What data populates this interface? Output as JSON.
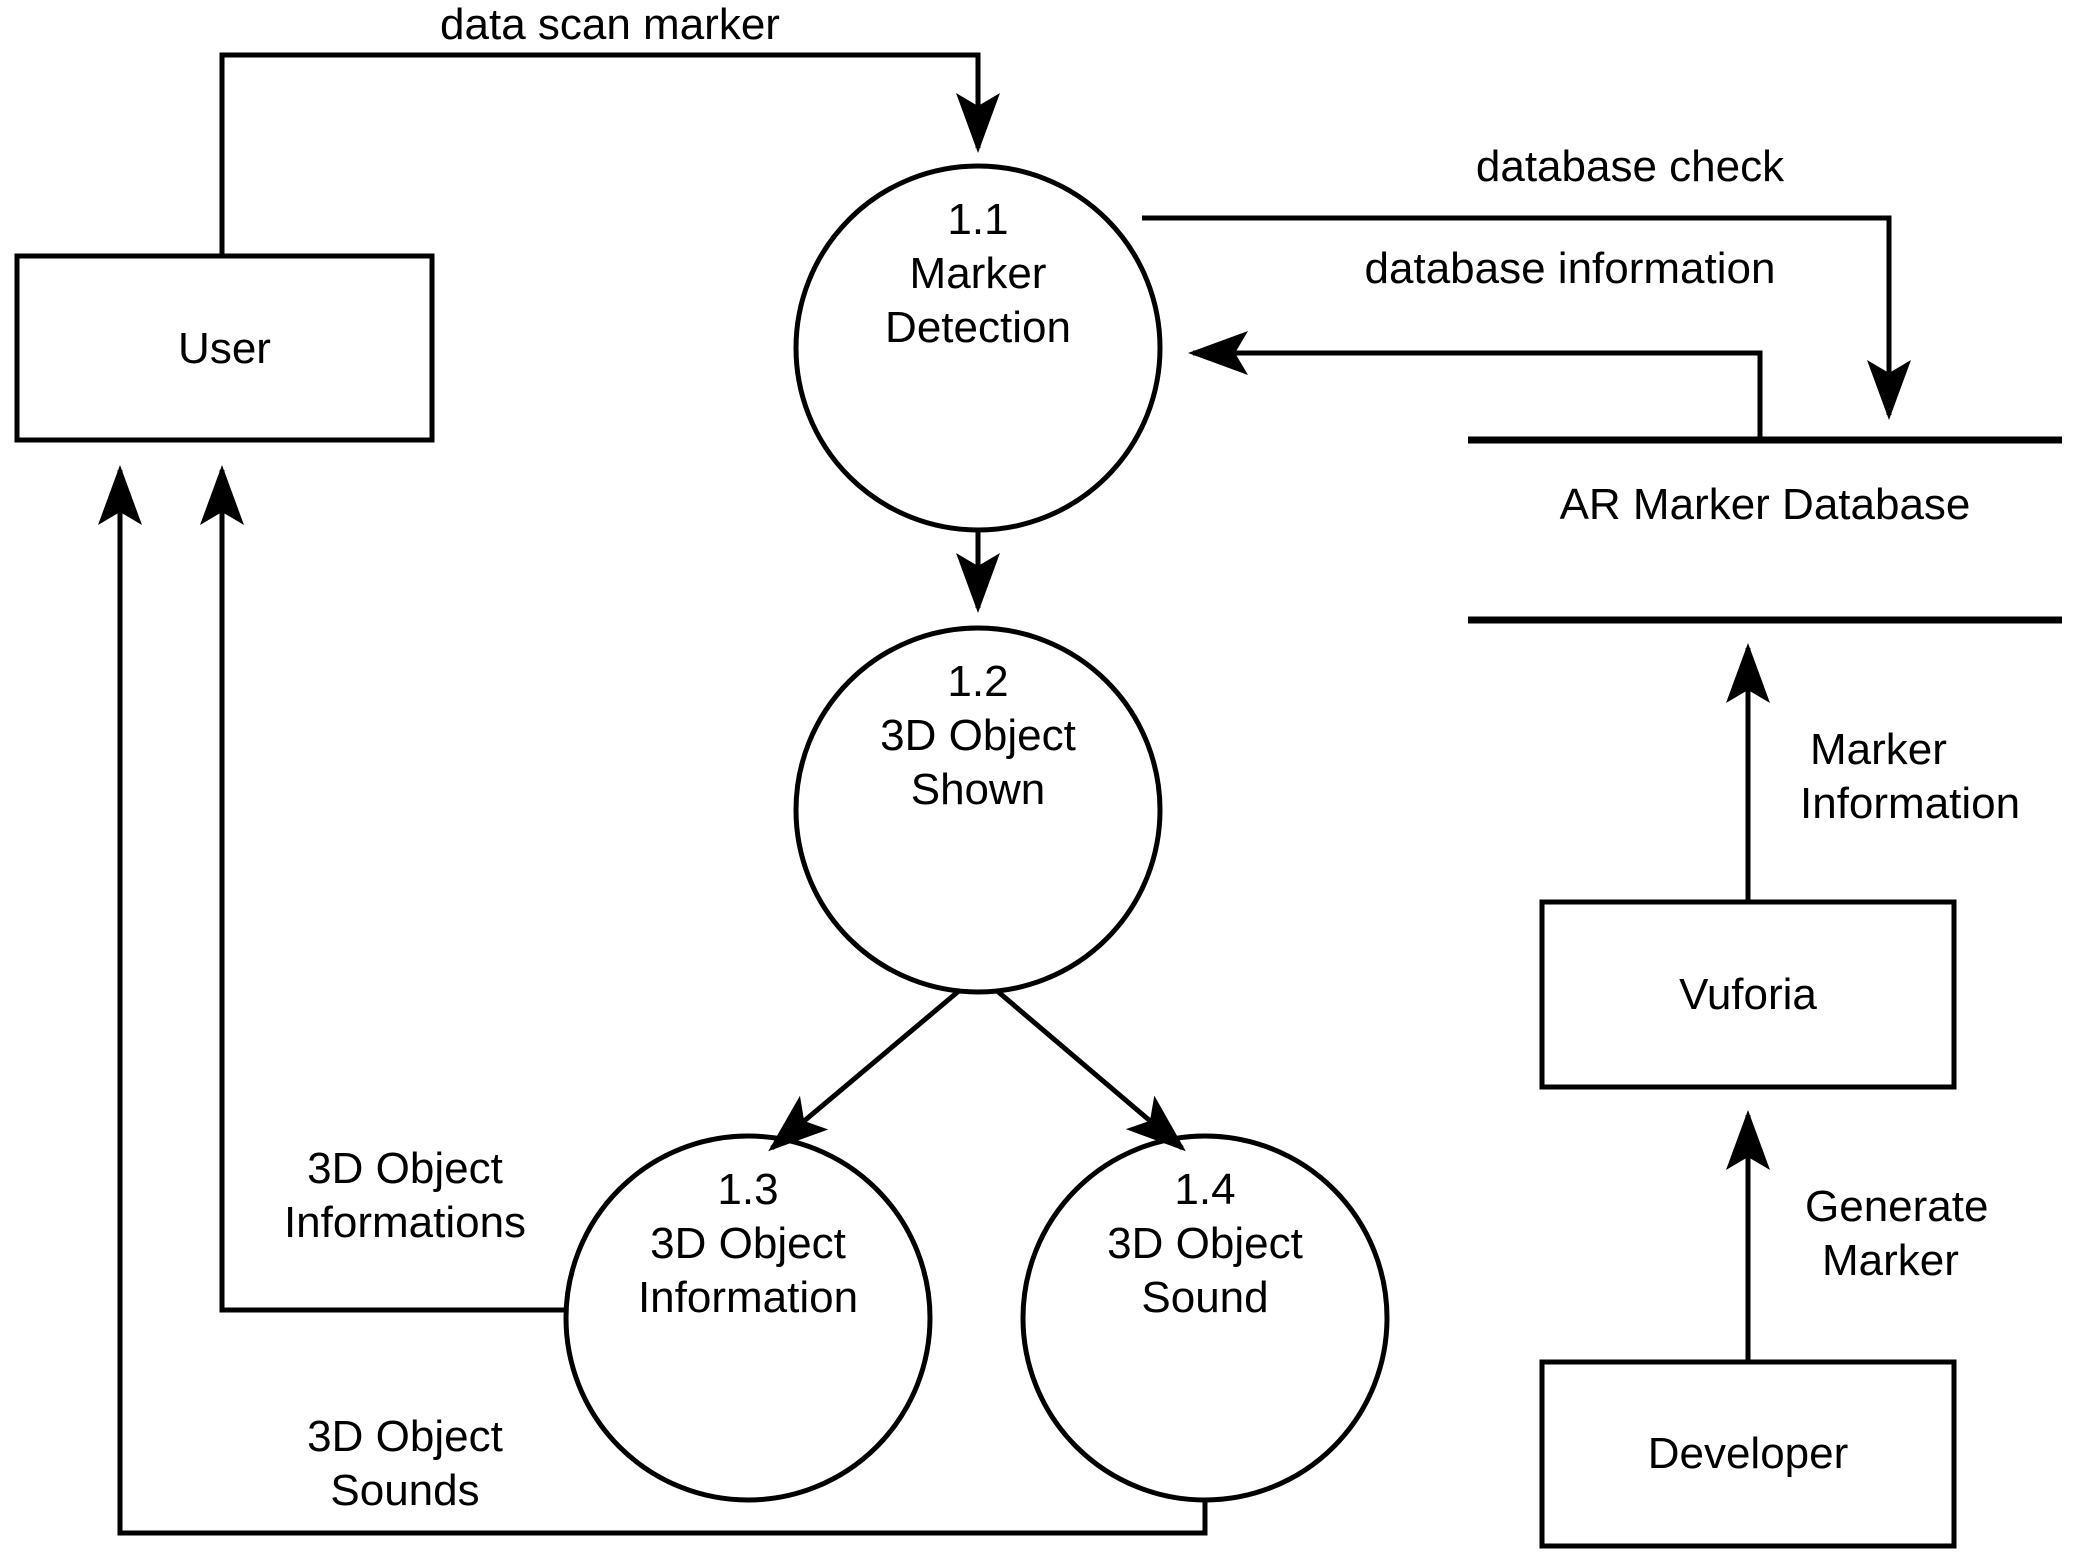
{
  "diagram": {
    "type": "data-flow-diagram",
    "title": "",
    "background_color": "#ffffff",
    "line_color": "#000000",
    "text_color": "#000000"
  },
  "external_entities": [
    {
      "id": "user",
      "label": "User"
    },
    {
      "id": "vuforia",
      "label": "Vuforia"
    },
    {
      "id": "developer",
      "label": "Developer"
    }
  ],
  "processes": [
    {
      "id": "p1_1",
      "number": "1.1",
      "name_line1": "Marker",
      "name_line2": "Detection"
    },
    {
      "id": "p1_2",
      "number": "1.2",
      "name_line1": "3D Object",
      "name_line2": "Shown"
    },
    {
      "id": "p1_3",
      "number": "1.3",
      "name_line1": "3D Object",
      "name_line2": "Information"
    },
    {
      "id": "p1_4",
      "number": "1.4",
      "name_line1": "3D Object",
      "name_line2": "Sound"
    }
  ],
  "data_stores": [
    {
      "id": "ar_marker_db",
      "label": "AR Marker Database"
    }
  ],
  "flows": [
    {
      "id": "f1",
      "label": "data scan marker",
      "from": "user",
      "to": "p1_1"
    },
    {
      "id": "f2",
      "label": "database check",
      "from": "p1_1",
      "to": "ar_marker_db"
    },
    {
      "id": "f3",
      "label": "database information",
      "from": "ar_marker_db",
      "to": "p1_1"
    },
    {
      "id": "f4",
      "label": "",
      "from": "p1_1",
      "to": "p1_2"
    },
    {
      "id": "f5",
      "label": "",
      "from": "p1_2",
      "to": "p1_3"
    },
    {
      "id": "f6",
      "label": "",
      "from": "p1_2",
      "to": "p1_4"
    },
    {
      "id": "f7",
      "label_line1": "3D Object",
      "label_line2": "Informations",
      "from": "p1_3",
      "to": "user"
    },
    {
      "id": "f8",
      "label_line1": "3D Object",
      "label_line2": "Sounds",
      "from": "p1_4",
      "to": "user"
    },
    {
      "id": "f9",
      "label_line1": "Marker",
      "label_line2": "Information",
      "from": "vuforia",
      "to": "ar_marker_db"
    },
    {
      "id": "f10",
      "label_line1": "Generate",
      "label_line2": "Marker",
      "from": "developer",
      "to": "vuforia"
    }
  ]
}
